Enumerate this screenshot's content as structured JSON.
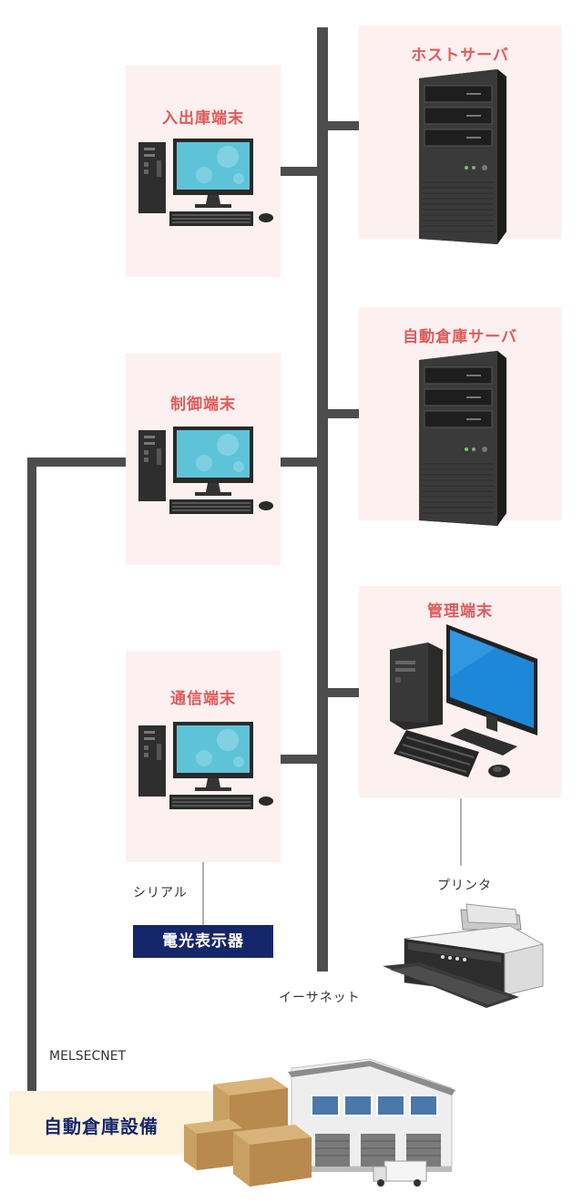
{
  "nodes": {
    "host_server": {
      "label": "ホストサーバ",
      "icon": "tower-server-icon"
    },
    "nyushukko": {
      "label": "入出庫端末",
      "icon": "desktop-pc-icon"
    },
    "auto_wh_server": {
      "label": "自動倉庫サーバ",
      "icon": "tower-server-icon"
    },
    "control": {
      "label": "制御端末",
      "icon": "desktop-pc-icon"
    },
    "management": {
      "label": "管理端末",
      "icon": "desktop-pc-icon"
    },
    "communication": {
      "label": "通信端末",
      "icon": "desktop-pc-icon"
    },
    "display": {
      "label": "電光表示器"
    },
    "printer": {
      "icon": "printer-icon"
    },
    "equipment": {
      "label": "自動倉庫設備",
      "icon": "warehouse-icon"
    }
  },
  "links": {
    "serial": "シリアル",
    "printer": "プリンタ",
    "ethernet": "イーサネット",
    "melsecnet": "MELSECNET"
  },
  "colors": {
    "panel_bg": "#fdf0f0",
    "panel_title": "#e05a5a",
    "network_line": "#4d4d4d",
    "sign_bg": "#16266b",
    "factory_band": "#fdf3dc"
  }
}
